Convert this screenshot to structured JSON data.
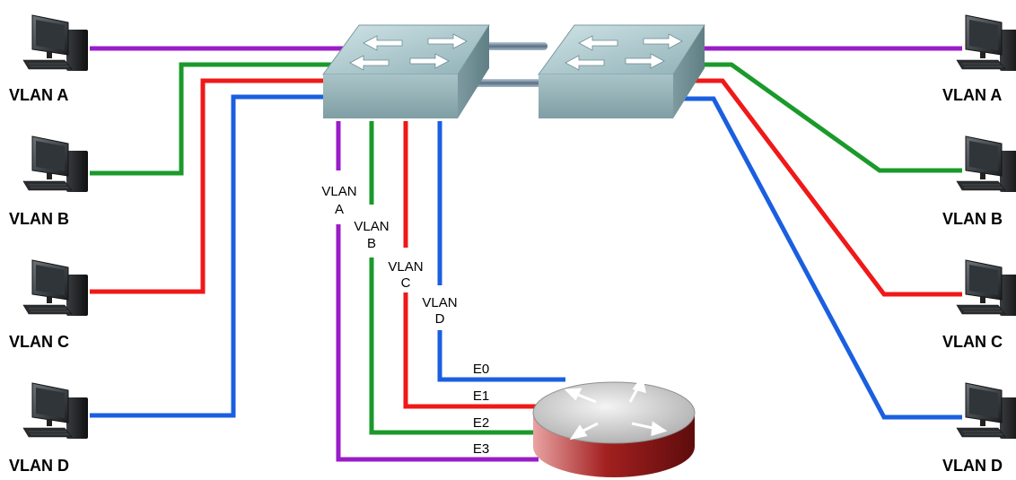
{
  "colors": {
    "vlan_a": "#9a1cc8",
    "vlan_b": "#1a9a2a",
    "vlan_c": "#f01818",
    "vlan_d": "#1a5fe0"
  },
  "left_hosts": [
    {
      "label": "VLAN A",
      "vlan": "a",
      "icon": "computer-icon"
    },
    {
      "label": "VLAN B",
      "vlan": "b",
      "icon": "computer-icon"
    },
    {
      "label": "VLAN C",
      "vlan": "c",
      "icon": "computer-icon"
    },
    {
      "label": "VLAN D",
      "vlan": "d",
      "icon": "computer-icon"
    }
  ],
  "right_hosts": [
    {
      "label": "VLAN A",
      "vlan": "a",
      "icon": "computer-icon"
    },
    {
      "label": "VLAN B",
      "vlan": "b",
      "icon": "computer-icon"
    },
    {
      "label": "VLAN C",
      "vlan": "c",
      "icon": "computer-icon"
    },
    {
      "label": "VLAN D",
      "vlan": "d",
      "icon": "computer-icon"
    }
  ],
  "devices": {
    "left_switch": "switch-icon",
    "right_switch": "switch-icon",
    "router": "router-icon"
  },
  "subinterface_tags": [
    {
      "line1": "VLAN",
      "line2": "A"
    },
    {
      "line1": "VLAN",
      "line2": "B"
    },
    {
      "line1": "VLAN",
      "line2": "C"
    },
    {
      "line1": "VLAN",
      "line2": "D"
    }
  ],
  "router_ports": [
    "E0",
    "E1",
    "E2",
    "E3"
  ]
}
